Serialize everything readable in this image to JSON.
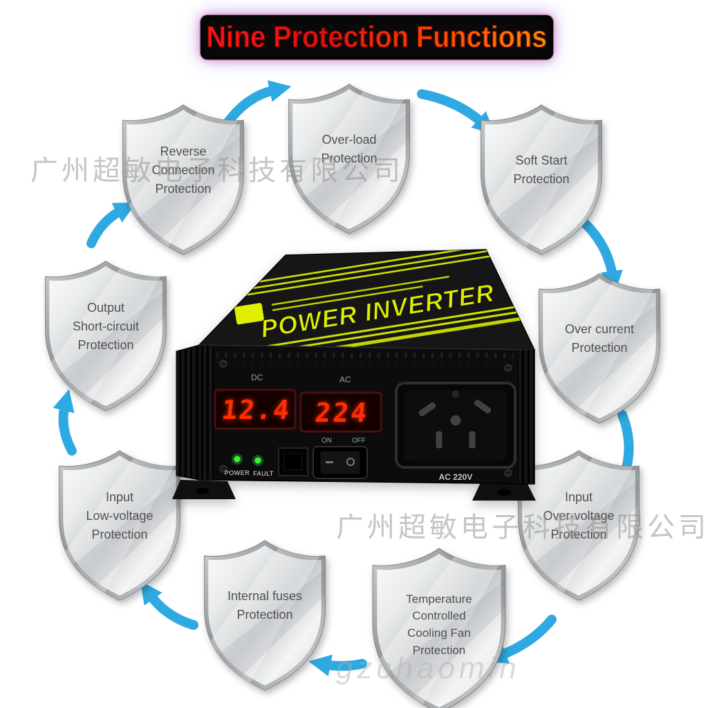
{
  "title": "Nine Protection Functions",
  "watermarks": {
    "upper": "广州超敏电子科技有限公司",
    "lower": "广州超敏电子科技有限公司",
    "footer": "gzchaomin"
  },
  "shields": [
    {
      "id": "reverse-connection",
      "label": "Reverse\nConnection\nProtection"
    },
    {
      "id": "over-load",
      "label": "Over-load\nProtection"
    },
    {
      "id": "soft-start",
      "label": "Soft Start\nProtection"
    },
    {
      "id": "over-current",
      "label": "Over current\nProtection"
    },
    {
      "id": "input-over-voltage",
      "label": "Input\nOver-voltage\nProtection"
    },
    {
      "id": "temperature-cooling-fan",
      "label": "Temperature\nControlled\nCooling Fan\nProtection"
    },
    {
      "id": "internal-fuses",
      "label": "Internal fuses\nProtection"
    },
    {
      "id": "input-low-voltage",
      "label": "Input\nLow-voltage\nProtection"
    },
    {
      "id": "output-short-circuit",
      "label": "Output\nShort-circuit\nProtection"
    }
  ],
  "device": {
    "top_text": "POWER INVERTER",
    "dc_label": "DC",
    "ac_label": "AC",
    "dc_display_value": "12.4",
    "ac_display_value": "224",
    "on_label": "ON",
    "off_label": "OFF",
    "power_label": "POWER",
    "fault_label": "FAULT",
    "socket_label": "AC 220V"
  },
  "colors": {
    "arrow_blue": "#2FA9E1",
    "display_red": "#FF2E00",
    "stripe_yellow": "#D6E600",
    "title_red": "#E61212"
  }
}
